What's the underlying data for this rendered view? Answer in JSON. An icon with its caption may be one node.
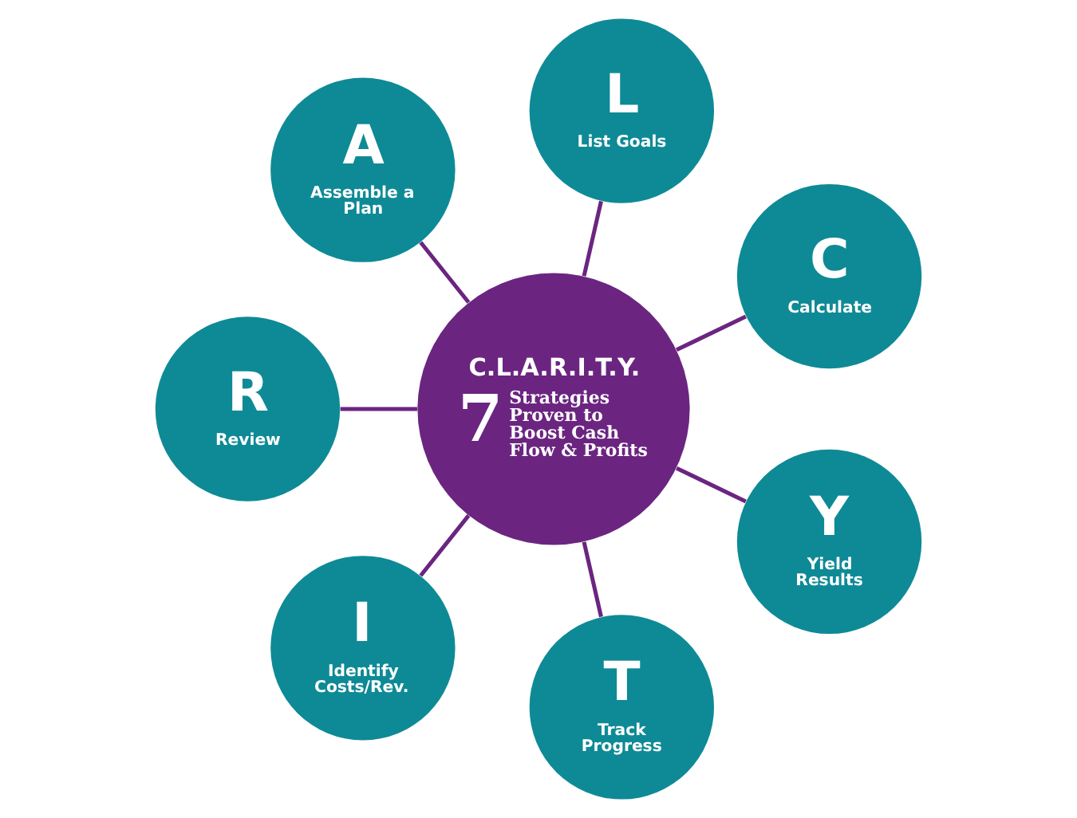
{
  "diagram": {
    "nodes": [
      {
        "text": [
          "C.L.A.R.I.T.Y.",
          "7",
          "Strategies Proven to Boost Cash Flow & Profits"
        ]
      },
      {
        "text": [
          "C",
          "Calculate"
        ]
      },
      {
        "text": [
          "L",
          "List Goals"
        ]
      },
      {
        "text": [
          "A",
          "Assemble a Plan"
        ]
      },
      {
        "text": [
          "R",
          "Review"
        ]
      },
      {
        "text": [
          "I",
          "Identify Costs/Rev."
        ]
      },
      {
        "text": [
          "T",
          "Track Progress"
        ]
      },
      {
        "text": [
          "Y",
          "Yield Results"
        ]
      }
    ],
    "edges": [
      {
        "from": 0,
        "to": 1,
        "arrow": "none"
      },
      {
        "from": 0,
        "to": 2,
        "arrow": "none"
      },
      {
        "from": 0,
        "to": 3,
        "arrow": "none"
      },
      {
        "from": 0,
        "to": 4,
        "arrow": "none"
      },
      {
        "from": 0,
        "to": 5,
        "arrow": "none"
      },
      {
        "from": 0,
        "to": 6,
        "arrow": "none"
      },
      {
        "from": 0,
        "to": 7,
        "arrow": "none"
      }
    ]
  }
}
